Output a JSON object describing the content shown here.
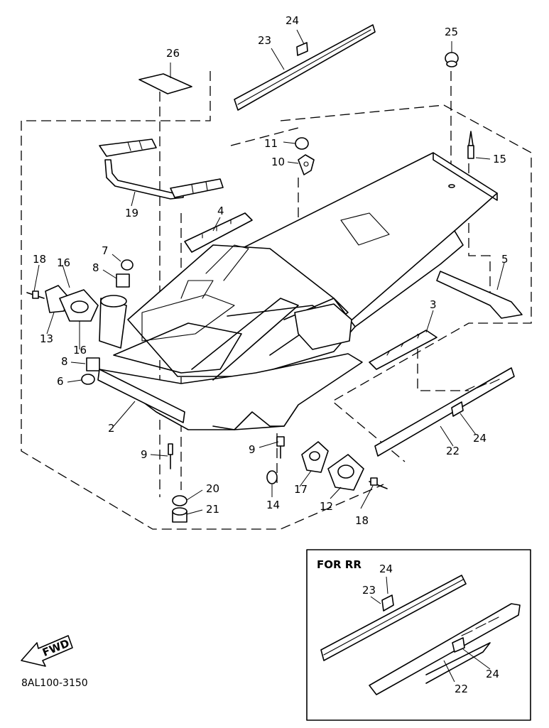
{
  "inset_label": "FOR RR",
  "fwd_label": "FWD",
  "diagram_code": "8AL100-3150",
  "callouts": [
    "26",
    "24",
    "23",
    "25",
    "11",
    "10",
    "15",
    "19",
    "4",
    "7",
    "8",
    "18",
    "16",
    "13",
    "16",
    "8",
    "6",
    "5",
    "3",
    "2",
    "9",
    "9",
    "20",
    "21",
    "14",
    "17",
    "12",
    "18",
    "22",
    "24",
    "24",
    "23",
    "22",
    "24"
  ]
}
